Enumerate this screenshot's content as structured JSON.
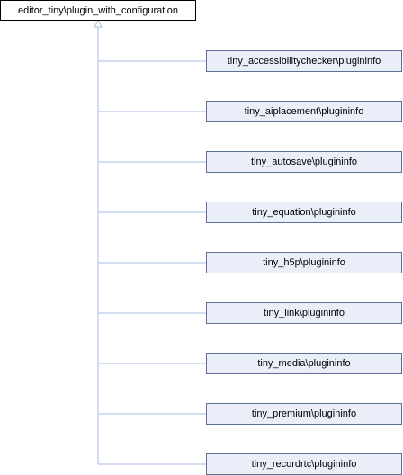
{
  "root": {
    "label": "editor_tiny\\plugin_with_configuration"
  },
  "children": [
    {
      "label": "tiny_accessibilitychecker\\plugininfo"
    },
    {
      "label": "tiny_aiplacement\\plugininfo"
    },
    {
      "label": "tiny_autosave\\plugininfo"
    },
    {
      "label": "tiny_equation\\plugininfo"
    },
    {
      "label": "tiny_h5p\\plugininfo"
    },
    {
      "label": "tiny_link\\plugininfo"
    },
    {
      "label": "tiny_media\\plugininfo"
    },
    {
      "label": "tiny_premium\\plugininfo"
    },
    {
      "label": "tiny_recordrtc\\plugininfo"
    }
  ],
  "colors": {
    "connector": "#a9bde0",
    "child_fill": "#eaeef8",
    "child_border": "#5d6f94",
    "root_border": "#000000"
  }
}
